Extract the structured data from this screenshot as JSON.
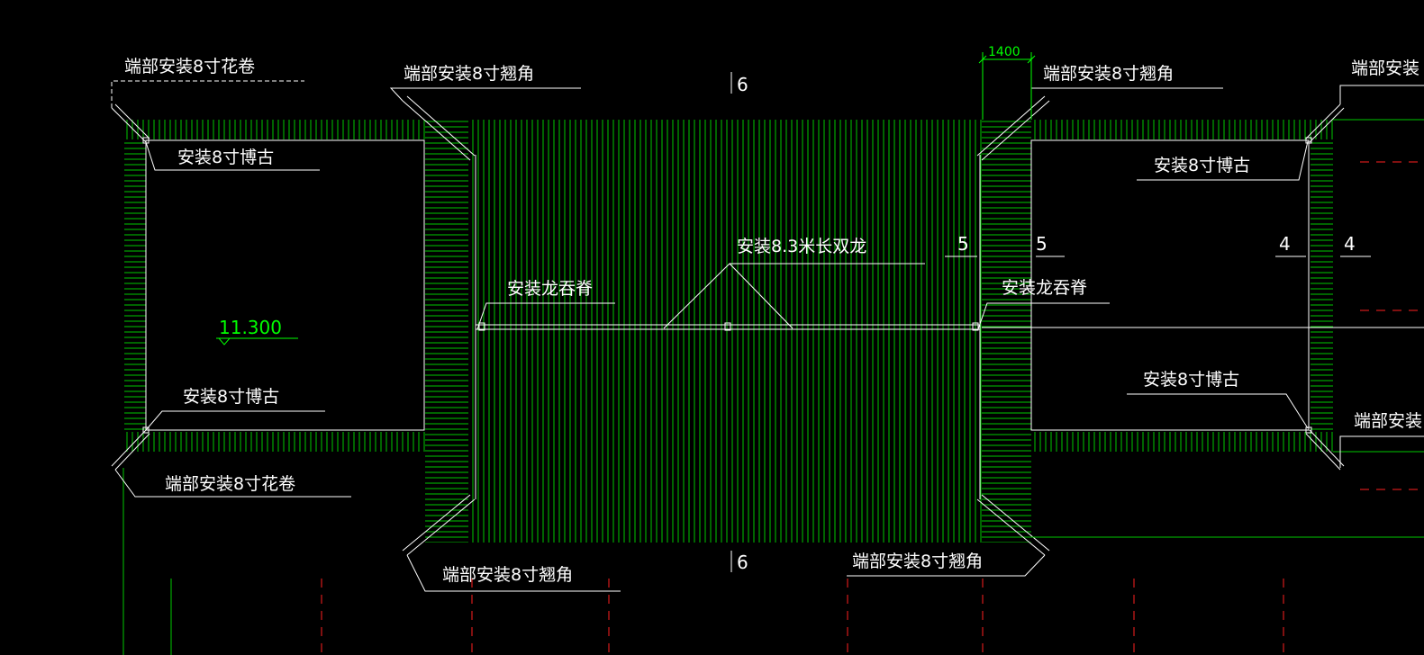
{
  "colors": {
    "background": "#000000",
    "roof_hatch": "#00c800",
    "outline": "#ffffff",
    "leader_text": "#ffffff",
    "axis_line": "#00c800",
    "dashed_axis": "#ff2020",
    "dimension": "#00ff00"
  },
  "labels": {
    "top_left_huajuan": "端部安装8寸花卷",
    "top_mid_qiaojiao": "端部安装8寸翘角",
    "top_right_qiaojiao": "端部安装8寸翘角",
    "top_far_right": "端部安装",
    "left_bogu_top": "安装8寸博古",
    "left_bogu_bottom": "安装8寸博古",
    "bottom_left_huajuan": "端部安装8寸花卷",
    "right_bogu_top": "安装8寸博古",
    "right_bogu_bottom": "安装8寸博古",
    "right_far_bottom": "端部安装",
    "center_shuanglong": "安装8.3米长双龙",
    "left_longtunji": "安装龙吞脊",
    "right_longtunji": "安装龙吞脊",
    "bottom_mid_qiaojiao": "端部安装8寸翘角",
    "bottom_right_qiaojiao": "端部安装8寸翘角",
    "elevation": "11.300",
    "dimension_1400": "1400",
    "section_6_top": "6",
    "section_6_bottom": "6",
    "section_5_left": "5",
    "section_5_right": "5",
    "section_4_left": "4",
    "section_4_right": "4"
  }
}
